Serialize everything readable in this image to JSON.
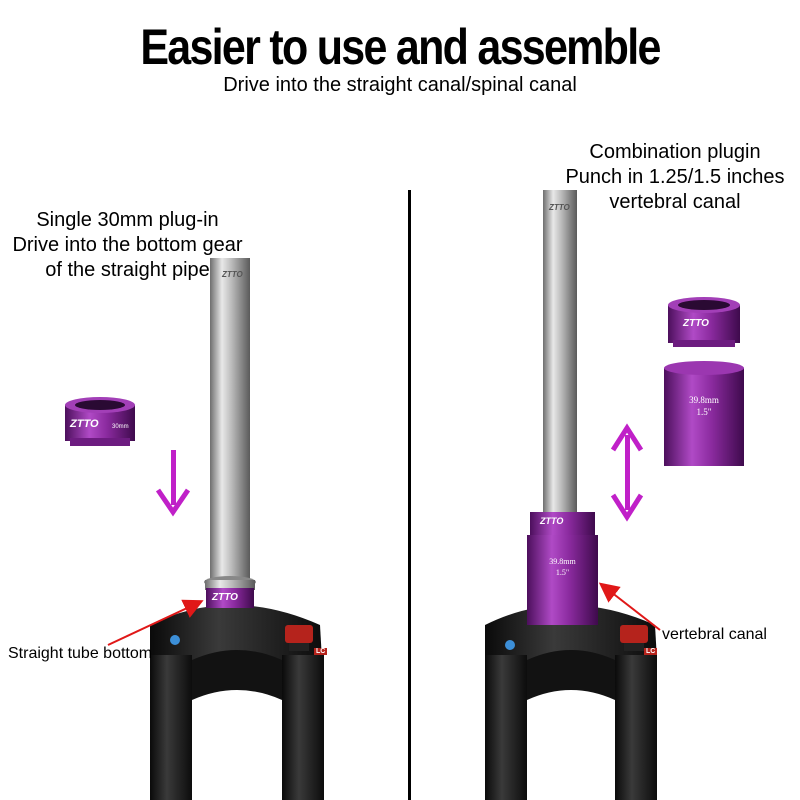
{
  "header": {
    "title": "Easier to use and assemble",
    "subtitle": "Drive into the straight canal/spinal canal"
  },
  "left_panel": {
    "caption_lines": [
      "Single 30mm plug-in",
      "Drive into the bottom gear",
      "of the straight pipe"
    ],
    "callout": "Straight tube bottom",
    "ring_brand": "ZTTO",
    "ring_small_text": "30mm",
    "fork_label": "LC"
  },
  "right_panel": {
    "caption_lines": [
      "Combination plugin",
      "Punch in 1.25/1.5 inches",
      "vertebral canal"
    ],
    "callout": "vertebral canal",
    "ring_brand": "ZTTO",
    "sleeve_lines": [
      "39.8mm",
      "1.5\""
    ],
    "mounted_sleeve_lines": [
      "39.8mm",
      "1.5\""
    ],
    "fork_label": "LC"
  },
  "colors": {
    "purple": "#8a2a9e",
    "purple_dark": "#5a136a",
    "arrow_purple": "#c020c8",
    "callout_red": "#e01818",
    "fork_black": "#1c1c1c",
    "steel": "#b5b5b5",
    "knob_red": "#b5231c"
  }
}
